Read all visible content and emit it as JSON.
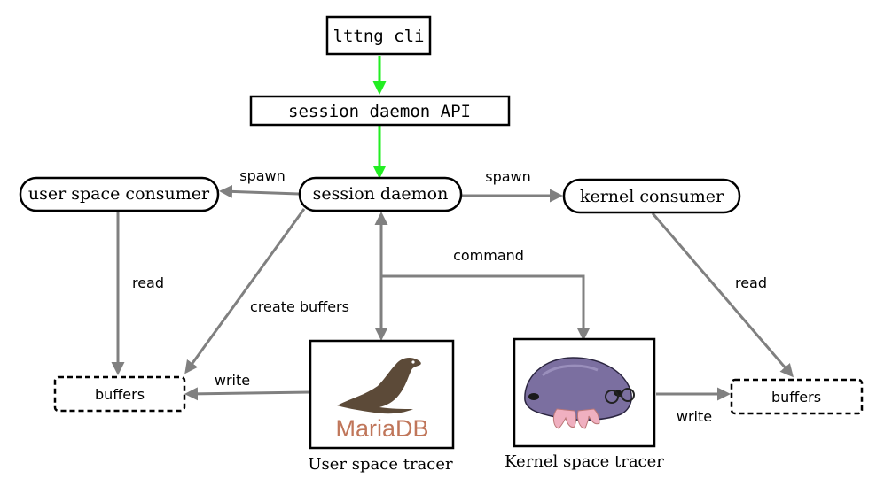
{
  "nodes": {
    "lttng_cli": "lttng cli",
    "session_daemon_api": "session daemon API",
    "session_daemon": "session daemon",
    "user_space_consumer": "user space consumer",
    "kernel_consumer": "kernel consumer",
    "buffers_left": "buffers",
    "buffers_right": "buffers"
  },
  "edge_labels": {
    "spawn_left": "spawn",
    "spawn_right": "spawn",
    "command": "command",
    "read_left": "read",
    "read_right": "read",
    "create_buffers": "create buffers",
    "write_left": "write",
    "write_right": "write"
  },
  "tracers": {
    "user_space": {
      "caption": "User space tracer",
      "logo_text": "MariaDB",
      "icon": "mariadb-seal-logo"
    },
    "kernel_space": {
      "caption": "Kernel space tracer",
      "icon": "mole-with-glasses"
    }
  },
  "colors": {
    "arrow_gray": "#808080",
    "arrow_green": "#22ee22",
    "mariadb_brown": "#c0765a",
    "mariadb_seal": "#5c4a38",
    "mole_purple": "#7b6fa0",
    "mole_paw": "#f0b0c0"
  }
}
